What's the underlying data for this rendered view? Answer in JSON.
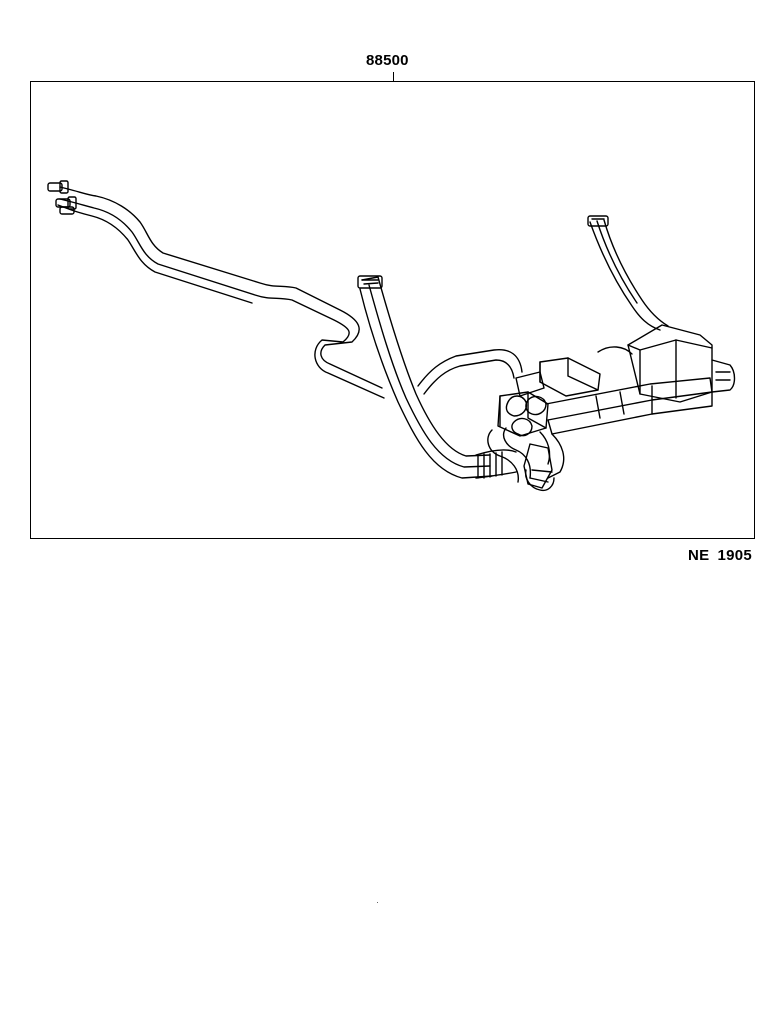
{
  "diagram": {
    "part_number": "88500",
    "figure_code": {
      "prefix": "NE",
      "number": "1905"
    }
  },
  "components": [
    {
      "id": "long-pipe-left",
      "icon": "ac-pipe-icon"
    },
    {
      "id": "hose-center-left",
      "icon": "ac-hose-icon"
    },
    {
      "id": "hose-right",
      "icon": "ac-hose-icon"
    },
    {
      "id": "expansion-valve-block",
      "icon": "valve-block-icon"
    },
    {
      "id": "receiver-tank",
      "icon": "receiver-icon"
    }
  ]
}
